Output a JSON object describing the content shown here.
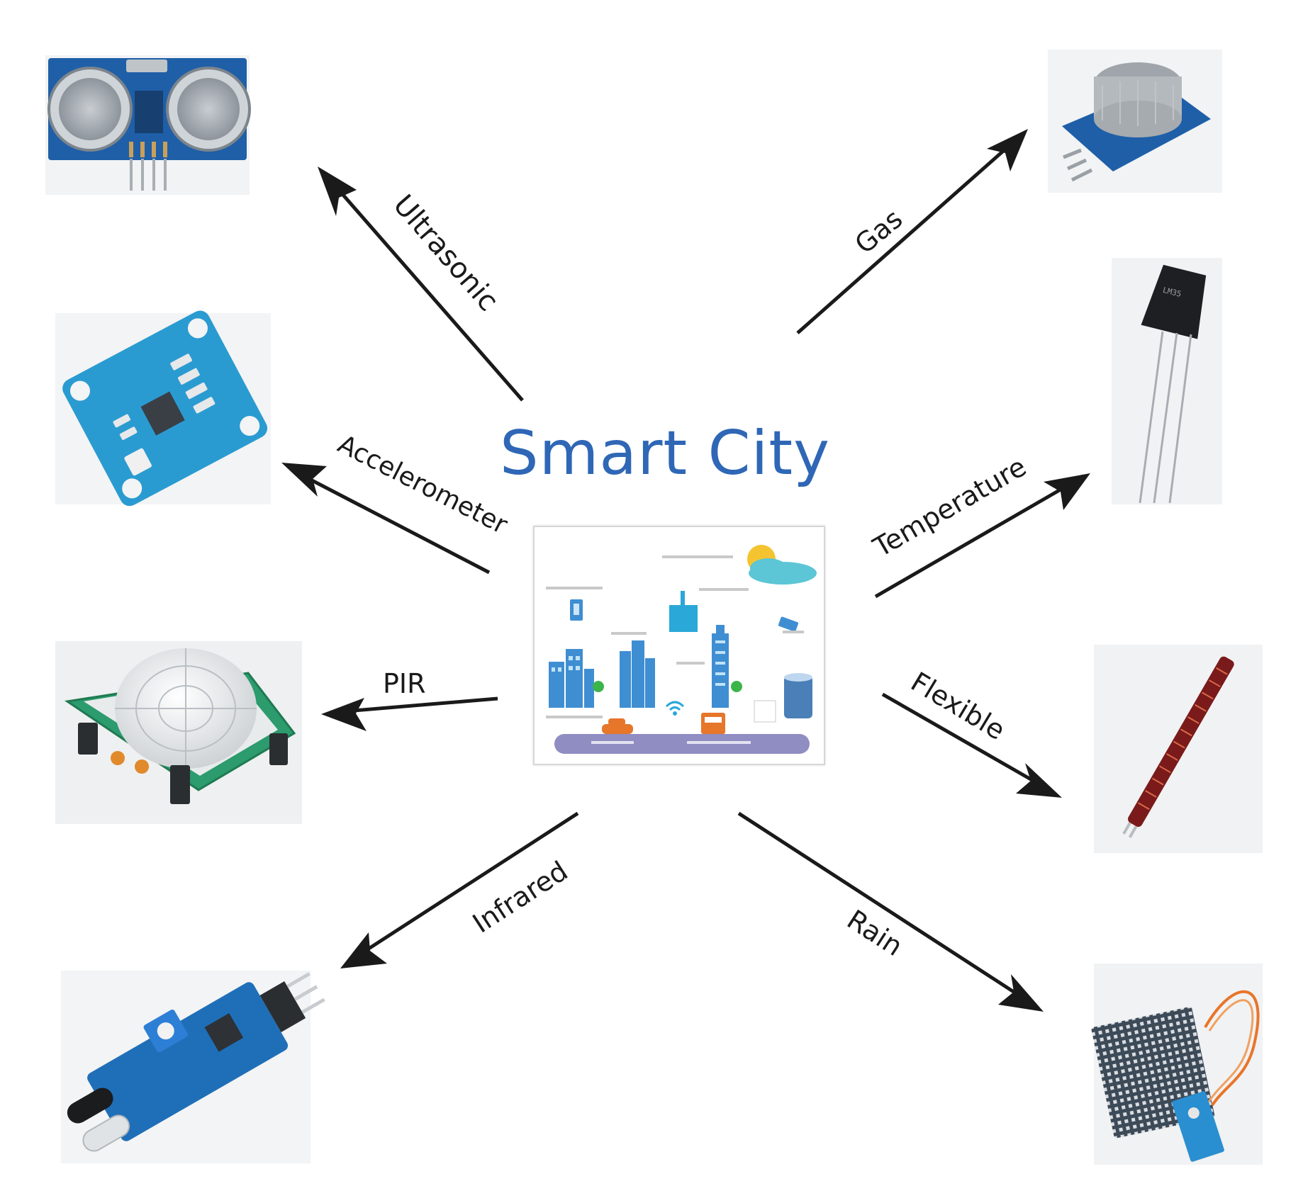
{
  "title": "Smart City",
  "labels": {
    "ultrasonic": "Ultrasonic",
    "accelerometer": "Accelerometer",
    "pir": "PIR",
    "infrared": "Infrared",
    "gas": "Gas",
    "temperature": "Temperature",
    "flexible": "Flexible",
    "rain": "Rain"
  },
  "colors": {
    "title": "#2f67b6",
    "arrow": "#1a1a1a",
    "board_blue": "#1f5fa8",
    "board_cyan": "#2a9bd1"
  }
}
